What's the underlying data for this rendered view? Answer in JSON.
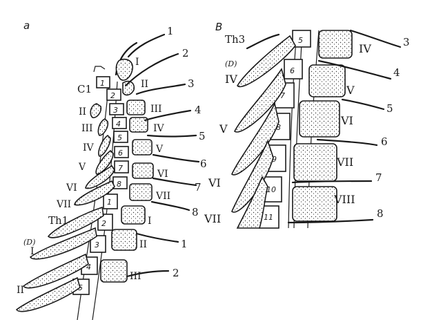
{
  "panel_a": {
    "panel_label": "a",
    "top_label": "C1",
    "mid_label": "Th1",
    "side_mark": "(D)",
    "cervical_bodies": [
      "1",
      "2",
      "3",
      "4",
      "5",
      "6",
      "7",
      "8"
    ],
    "thoracic_bodies": [
      "1",
      "2",
      "3",
      "4",
      "5"
    ],
    "left_cervical_roman": [
      "II",
      "III",
      "IV",
      "V",
      "VI",
      "VII"
    ],
    "left_thoracic_roman": [
      "I",
      "II"
    ],
    "right_cervical_roman": [
      "I",
      "II",
      "III",
      "IV",
      "V",
      "VI",
      "VII"
    ],
    "right_thoracic_roman": [
      "I",
      "II",
      "III"
    ],
    "right_numbers": [
      "1",
      "2",
      "3",
      "4",
      "5",
      "6",
      "7",
      "8",
      "1",
      "2"
    ]
  },
  "panel_b": {
    "panel_label": "B",
    "top_label": "Th3",
    "side_mark": "(D)",
    "bodies": [
      "5",
      "6",
      "7",
      "8",
      "9",
      "10",
      "11"
    ],
    "left_roman": [
      "IV",
      "V",
      "VI",
      "VII"
    ],
    "right_roman": [
      "IV",
      "V",
      "VI",
      "VII",
      "VIII"
    ],
    "right_numbers": [
      "3",
      "4",
      "5",
      "6",
      "7",
      "8"
    ]
  }
}
